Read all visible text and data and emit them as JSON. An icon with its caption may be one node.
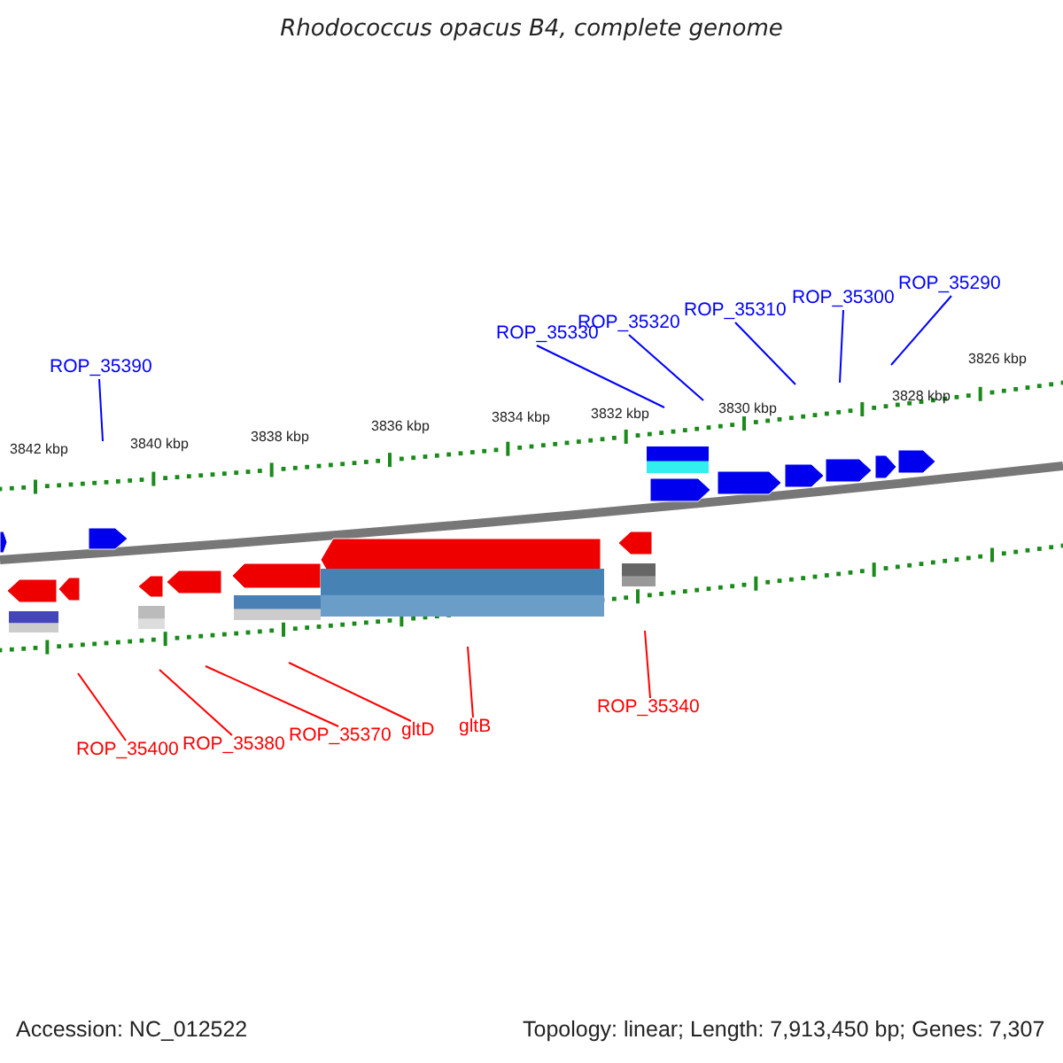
{
  "diagram": {
    "title": "Rhodococcus opacus B4, complete genome",
    "nodes": [
      {
        "text": [
          "ROP_35390"
        ]
      },
      {
        "text": [
          "ROP_35330"
        ]
      },
      {
        "text": [
          "ROP_35320"
        ]
      },
      {
        "text": [
          "ROP_35310"
        ]
      },
      {
        "text": [
          "ROP_35300"
        ]
      },
      {
        "text": [
          "ROP_35290"
        ]
      },
      {
        "text": [
          "ROP_35400"
        ]
      },
      {
        "text": [
          "ROP_35380"
        ]
      },
      {
        "text": [
          "ROP_35370"
        ]
      },
      {
        "text": [
          "gltD"
        ]
      },
      {
        "text": [
          "gltB"
        ]
      },
      {
        "text": [
          "ROP_35340"
        ]
      }
    ],
    "edges": [
      {
        "from": 0,
        "to": null,
        "arrow": "none",
        "color": "#0000ff"
      },
      {
        "from": 1,
        "to": null,
        "arrow": "none",
        "color": "#0000ff"
      },
      {
        "from": 2,
        "to": null,
        "arrow": "none",
        "color": "#0000ff"
      },
      {
        "from": 3,
        "to": null,
        "arrow": "none",
        "color": "#0000ff"
      },
      {
        "from": 4,
        "to": null,
        "arrow": "none",
        "color": "#0000ff"
      },
      {
        "from": 5,
        "to": null,
        "arrow": "none",
        "color": "#0000ff"
      },
      {
        "from": 6,
        "to": null,
        "arrow": "none",
        "color": "#ff0000"
      },
      {
        "from": 7,
        "to": null,
        "arrow": "none",
        "color": "#ff0000"
      },
      {
        "from": 8,
        "to": null,
        "arrow": "none",
        "color": "#ff0000"
      },
      {
        "from": 9,
        "to": null,
        "arrow": "none",
        "color": "#ff0000"
      },
      {
        "from": 10,
        "to": null,
        "arrow": "none",
        "color": "#ff0000"
      },
      {
        "from": 11,
        "to": null,
        "arrow": "none",
        "color": "#ff0000"
      }
    ],
    "labels": [
      "3842 kbp",
      "3840 kbp",
      "3838 kbp",
      "3836 kbp",
      "3834 kbp",
      "3832 kbp",
      "3830 kbp",
      "3828 kbp",
      "3826 kbp",
      "Accession: NC_012522",
      "Topology: linear; Length: 7,913,450 bp; Genes: 7,307"
    ]
  }
}
